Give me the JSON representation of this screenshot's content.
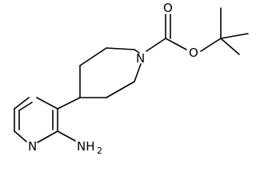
{
  "atoms": {
    "carbonyl_oxygen": "O",
    "ester_oxygen": "O",
    "piperidine_nitrogen": "N",
    "pyridine_nitrogen": "N",
    "amine": {
      "main": "NH",
      "subscript": "2"
    }
  },
  "colors": {
    "ink": "#000000",
    "background": "#ffffff"
  }
}
